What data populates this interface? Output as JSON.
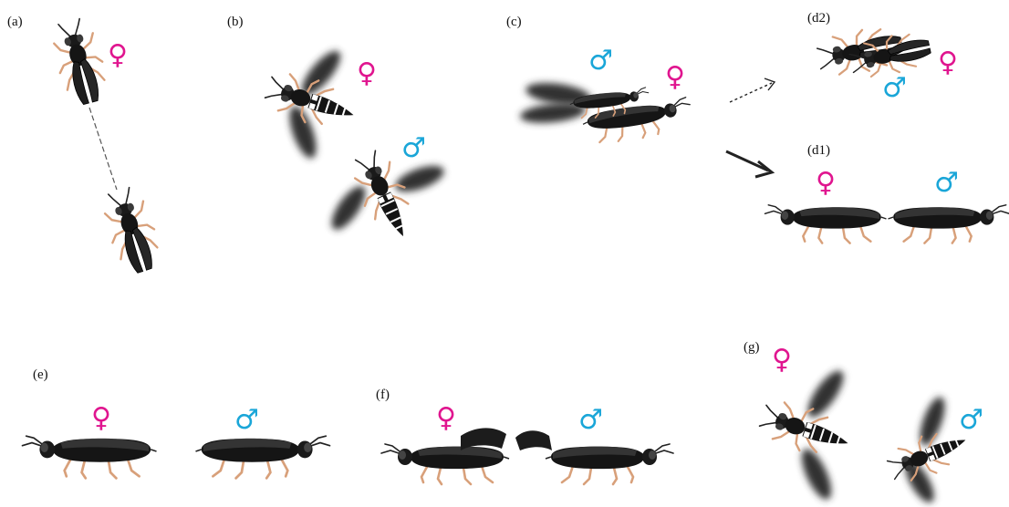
{
  "panels": {
    "a": {
      "label": "(a)"
    },
    "b": {
      "label": "(b)"
    },
    "c": {
      "label": "(c)"
    },
    "d2": {
      "label": "(d2)"
    },
    "d1": {
      "label": "(d1)"
    },
    "e": {
      "label": "(e)"
    },
    "f": {
      "label": "(f)"
    },
    "g": {
      "label": "(g)"
    }
  },
  "symbols": {
    "female": "♀",
    "male": "♂"
  },
  "colors": {
    "female": "#e0158f",
    "male": "#1aa6d8",
    "body": "#111111",
    "legs": "#d8a07a",
    "band": "#ffffff",
    "wing": "#2a2a2a"
  }
}
